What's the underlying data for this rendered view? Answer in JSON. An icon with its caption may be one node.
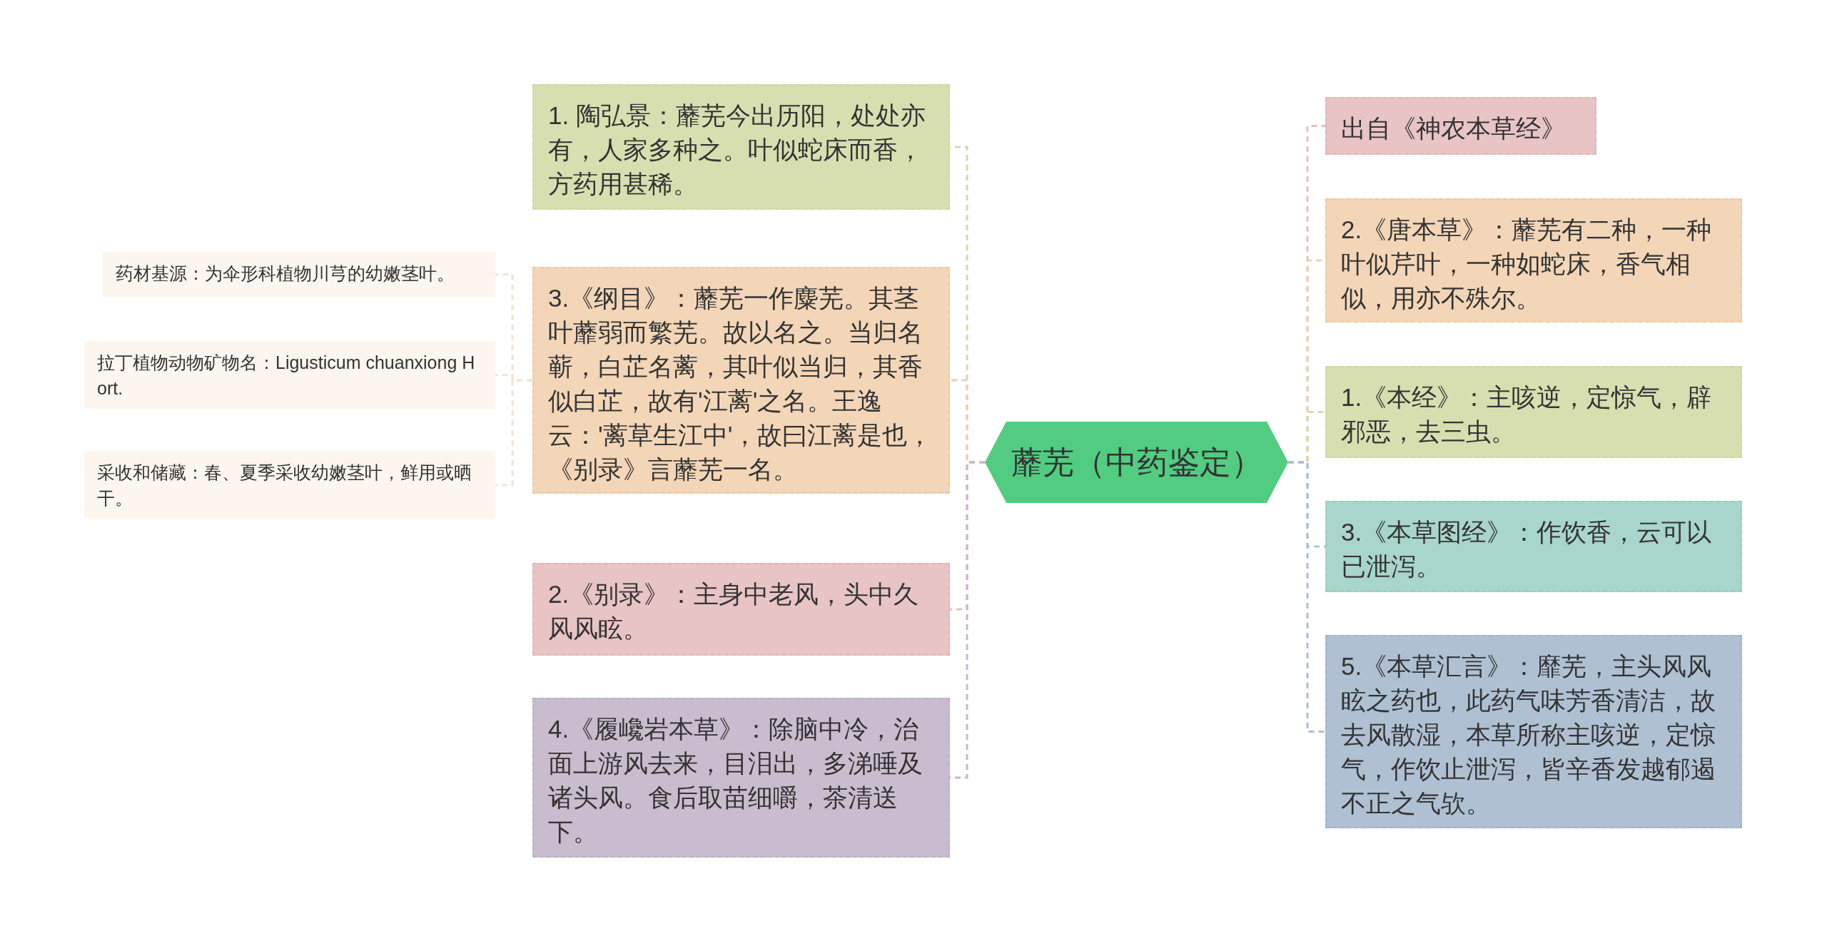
{
  "diagram": {
    "nodes": [
      {
        "text": [
          "蘼芜（中药鉴定）"
        ]
      },
      {
        "text": [
          "1. 陶弘景：蘼芜今出历阳，处处亦有，人家多种之。叶似蛇床而香，方药用甚稀。"
        ]
      },
      {
        "text": [
          "3.《纲目》：蘼芜一作麋芜。其茎叶蘼弱而繁芜。故以名之。当归名蕲，白芷名蓠，其叶似当归，其香似白芷，故有'江蓠'之名。王逸云：'蓠草生江中'，故曰江蓠是也，《别录》言蘼芜一名。"
        ]
      },
      {
        "text": [
          "2.《别录》：主身中老风，头中久风风眩。"
        ]
      },
      {
        "text": [
          "4.《履巉岩本草》：除脑中冷，治面上游风去来，目泪出，多涕唾及诸头风。食后取苗细嚼，茶清送下。"
        ]
      },
      {
        "text": [
          "药材基源：为伞形科植物川芎的幼嫩茎叶。"
        ]
      },
      {
        "text": [
          "拉丁植物动物矿物名：Ligusticum chuanxiong Hort."
        ]
      },
      {
        "text": [
          "采收和储藏：春、夏季采收幼嫩茎叶，鲜用或晒干。"
        ]
      },
      {
        "text": [
          "出自《神农本草经》"
        ]
      },
      {
        "text": [
          "2.《唐本草》：蘼芜有二种，一种叶似芹叶，一种如蛇床，香气相似，用亦不殊尔。"
        ]
      },
      {
        "text": [
          "1.《本经》：主咳逆，定惊气，辟邪恶，去三虫。"
        ]
      },
      {
        "text": [
          "3.《本草图经》：作饮香，云可以已泄泻。"
        ]
      },
      {
        "text": [
          "5.《本草汇言》：靡芜，主头风风眩之药也，此药气味芳香清洁，故去风散湿，本草所称主咳逆，定惊气，作饮止泄泻，皆辛香发越郁遏不正之气欤。"
        ]
      }
    ],
    "edges": [
      {
        "from": 0,
        "to": 1,
        "arrow": "none",
        "style": "dashed",
        "color": "#d3dba8"
      },
      {
        "from": 0,
        "to": 2,
        "arrow": "none",
        "style": "dashed",
        "color": "#efcfae"
      },
      {
        "from": 0,
        "to": 3,
        "arrow": "none",
        "style": "dashed",
        "color": "#e5bfc0"
      },
      {
        "from": 0,
        "to": 4,
        "arrow": "none",
        "style": "dashed",
        "color": "#c6b8cb"
      },
      {
        "from": 2,
        "to": 5,
        "arrow": "none",
        "style": "dashed",
        "color": "#f3e3d2"
      },
      {
        "from": 2,
        "to": 6,
        "arrow": "none",
        "style": "dashed",
        "color": "#f3e3d2"
      },
      {
        "from": 2,
        "to": 7,
        "arrow": "none",
        "style": "dashed",
        "color": "#f3e3d2"
      },
      {
        "from": 0,
        "to": 8,
        "arrow": "none",
        "style": "dashed",
        "color": "#e5bfc0"
      },
      {
        "from": 0,
        "to": 9,
        "arrow": "none",
        "style": "dashed",
        "color": "#efcfae"
      },
      {
        "from": 0,
        "to": 10,
        "arrow": "none",
        "style": "dashed",
        "color": "#d3dba8"
      },
      {
        "from": 0,
        "to": 11,
        "arrow": "none",
        "style": "dashed",
        "color": "#a3cfc6"
      },
      {
        "from": 0,
        "to": 12,
        "arrow": "none",
        "style": "dashed",
        "color": "#acbdd1"
      }
    ]
  }
}
